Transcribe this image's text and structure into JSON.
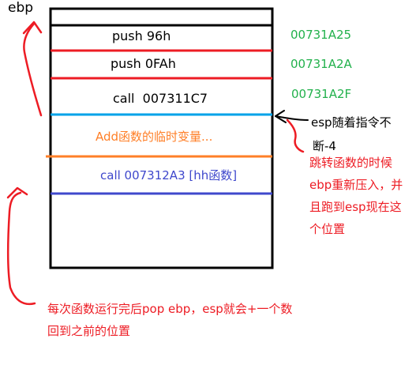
{
  "ebp_label": "ebp",
  "stack_rows": [
    {
      "text": "push 96h",
      "color": "#000000"
    },
    {
      "text": "push 0FAh",
      "color": "#000000"
    },
    {
      "text": "call  007311C7",
      "color": "#000000"
    },
    {
      "text": "Add函数的临时变量...",
      "color": "#ff7f27"
    },
    {
      "text": "call 007312A3 [hh函数]",
      "color": "#3f48cc"
    }
  ],
  "addresses": [
    "00731A25",
    "00731A2A",
    "00731A2F"
  ],
  "esp_note": {
    "line1": "esp随着指令不",
    "line2": "断-4"
  },
  "jump_note": {
    "lines": [
      "跳转函数的时候",
      "ebp重新压入，并",
      "且跑到esp现在这",
      "个位置"
    ],
    "color": "#ed1c24"
  },
  "bottom_note": {
    "lines": [
      "每次函数运行完后pop ebp，esp就会+一个数",
      "回到之前的位置"
    ],
    "color": "#ed1c24"
  },
  "colors": {
    "red_line": "#ed1c24",
    "cyan_line": "#00a2e8",
    "orange_line": "#ff7f27",
    "blue_line": "#3f48cc",
    "address_green": "#22b14c",
    "frame": "#000000"
  }
}
